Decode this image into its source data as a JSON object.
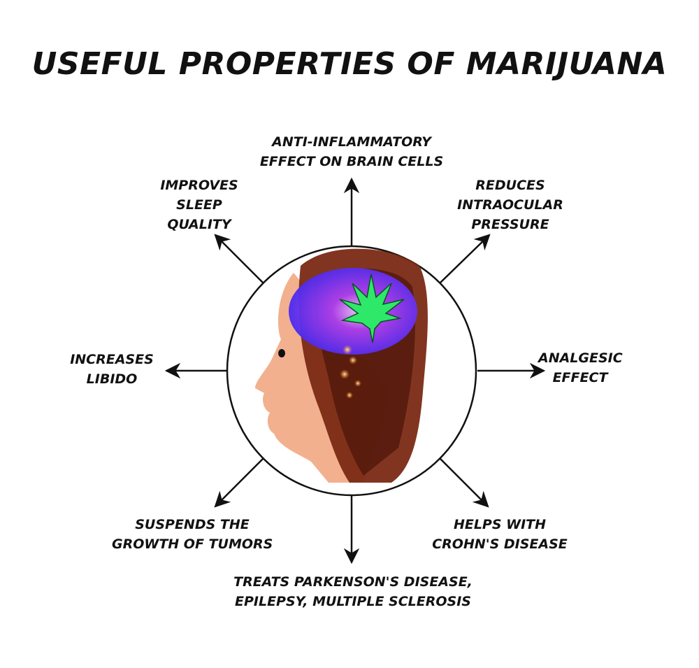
{
  "title": "USEFUL PROPERTIES OF MARIJUANA",
  "properties": {
    "top": [
      "ANTI-INFLAMMATORY",
      "EFFECT ON BRAIN CELLS"
    ],
    "top_right": [
      "REDUCES",
      "INTRAOCULAR",
      "PRESSURE"
    ],
    "right": [
      "ANALGESIC",
      "EFFECT"
    ],
    "bottom_right": [
      "HELPS WITH",
      "CROHN'S DISEASE"
    ],
    "bottom": [
      "TREATS PARKENSON'S DISEASE,",
      "EPILEPSY, MULTIPLE SCLEROSIS"
    ],
    "bottom_left": [
      "SUSPENDS THE",
      "GROWTH OF TUMORS"
    ],
    "left": [
      "INCREASES",
      "LIBIDO"
    ],
    "top_left": [
      "IMPROVES",
      "SLEEP",
      "QUALITY"
    ]
  },
  "colors": {
    "brain": "#5a2cf0",
    "leaf": "#2ee86a",
    "hair": "#7a2a14",
    "skin": "#f2b08f"
  }
}
